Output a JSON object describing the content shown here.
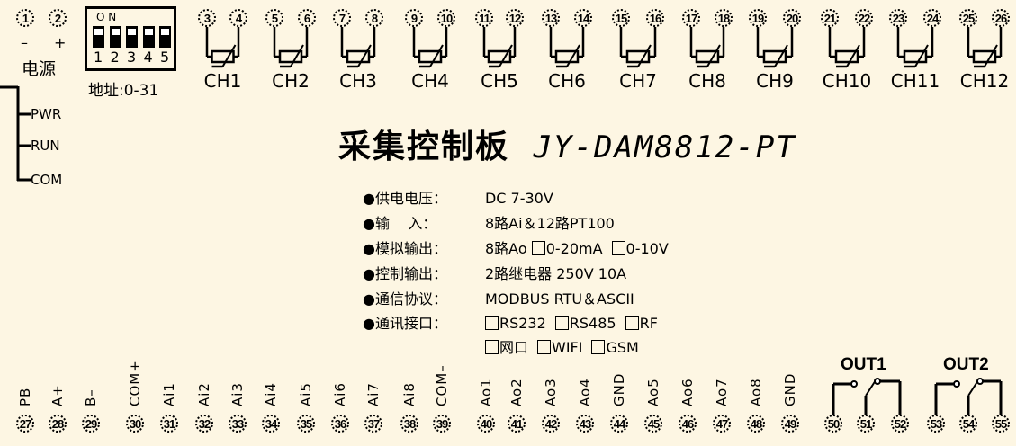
{
  "power": {
    "terminals": [
      "1",
      "2"
    ],
    "minus": "–",
    "plus": "+",
    "label": "电源"
  },
  "dip": {
    "on_label": "O N",
    "switch_numbers": [
      "1",
      "2",
      "3",
      "4",
      "5"
    ],
    "address_label": "地址:0-31"
  },
  "leds": [
    "PWR",
    "RUN",
    "COM"
  ],
  "channels": [
    {
      "name": "CH1",
      "terminals": [
        "3",
        "4"
      ]
    },
    {
      "name": "CH2",
      "terminals": [
        "5",
        "6"
      ]
    },
    {
      "name": "CH3",
      "terminals": [
        "7",
        "8"
      ]
    },
    {
      "name": "CH4",
      "terminals": [
        "9",
        "10"
      ]
    },
    {
      "name": "CH5",
      "terminals": [
        "11",
        "12"
      ]
    },
    {
      "name": "CH6",
      "terminals": [
        "13",
        "14"
      ]
    },
    {
      "name": "CH7",
      "terminals": [
        "15",
        "16"
      ]
    },
    {
      "name": "CH8",
      "terminals": [
        "17",
        "18"
      ]
    },
    {
      "name": "CH9",
      "terminals": [
        "19",
        "20"
      ]
    },
    {
      "name": "CH10",
      "terminals": [
        "21",
        "22"
      ]
    },
    {
      "name": "CH11",
      "terminals": [
        "23",
        "24"
      ]
    },
    {
      "name": "CH12",
      "terminals": [
        "25",
        "26"
      ]
    }
  ],
  "title": {
    "cn": "采集控制板",
    "model": "JY-DAM8812-PT"
  },
  "specs": [
    {
      "key": "供电电压：",
      "value": "DC 7-30V"
    },
    {
      "key": "输    入：",
      "value": "8路Ai＆12路PT100"
    },
    {
      "key": "模拟输出：",
      "value": "8路Ao",
      "options": [
        "0-20mA",
        "0-10V"
      ]
    },
    {
      "key": "控制输出：",
      "value": "2路继电器 250V 10A"
    },
    {
      "key": "通信协议：",
      "value": "MODBUS RTU＆ASCII"
    },
    {
      "key": "通讯接口：",
      "options": [
        "RS232",
        "RS485",
        "RF"
      ]
    },
    {
      "key": "",
      "options": [
        "网口",
        "WIFI",
        "GSM"
      ]
    }
  ],
  "bottom_terminals": [
    {
      "n": "27",
      "label": "PB"
    },
    {
      "n": "28",
      "label": "A+"
    },
    {
      "n": "29",
      "label": "B–"
    },
    {
      "n": "30",
      "label": "COM+"
    },
    {
      "n": "31",
      "label": "Ai1"
    },
    {
      "n": "32",
      "label": "Ai2"
    },
    {
      "n": "33",
      "label": "Ai3"
    },
    {
      "n": "34",
      "label": "Ai4"
    },
    {
      "n": "35",
      "label": "Ai5"
    },
    {
      "n": "36",
      "label": "Ai6"
    },
    {
      "n": "37",
      "label": "Ai7"
    },
    {
      "n": "38",
      "label": "Ai8"
    },
    {
      "n": "39",
      "label": "COM–"
    },
    {
      "n": "40",
      "label": "Ao1"
    },
    {
      "n": "41",
      "label": "Ao2"
    },
    {
      "n": "42",
      "label": "Ao3"
    },
    {
      "n": "43",
      "label": "Ao4"
    },
    {
      "n": "44",
      "label": "GND"
    },
    {
      "n": "45",
      "label": "Ao5"
    },
    {
      "n": "46",
      "label": "Ao6"
    },
    {
      "n": "47",
      "label": "Ao7"
    },
    {
      "n": "48",
      "label": "Ao8"
    },
    {
      "n": "49",
      "label": "GND"
    }
  ],
  "relays": [
    {
      "name": "OUT1",
      "terminals": [
        "50",
        "51",
        "52"
      ]
    },
    {
      "name": "OUT2",
      "terminals": [
        "53",
        "54",
        "55"
      ]
    }
  ]
}
